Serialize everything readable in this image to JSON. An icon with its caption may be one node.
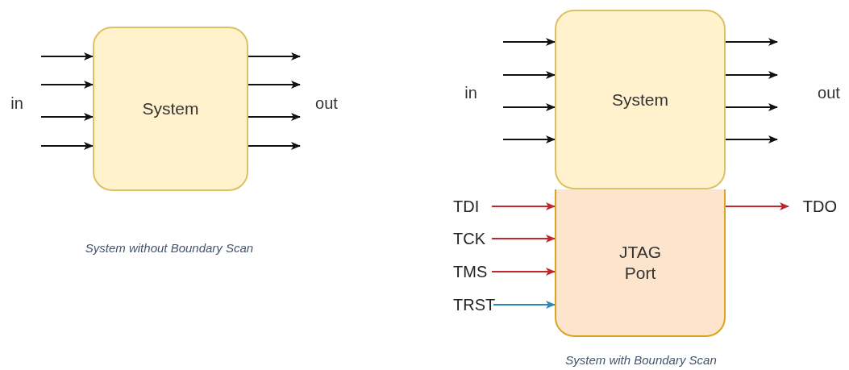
{
  "diagram": {
    "nodes": [
      {
        "text": [
          "System"
        ]
      },
      {
        "text": [
          "System"
        ]
      },
      {
        "text": [
          "JTAG Port"
        ]
      },
      {
        "text": [
          "TDI"
        ]
      },
      {
        "text": [
          "TCK"
        ]
      },
      {
        "text": [
          "TMS"
        ]
      },
      {
        "text": [
          "TRST"
        ]
      },
      {
        "text": [
          "TDO"
        ]
      }
    ],
    "edges": [
      {
        "from": null,
        "to": 0,
        "arrow": "to"
      },
      {
        "from": null,
        "to": 0,
        "arrow": "to"
      },
      {
        "from": null,
        "to": 0,
        "arrow": "to"
      },
      {
        "from": null,
        "to": 0,
        "arrow": "to"
      },
      {
        "from": 0,
        "to": null,
        "arrow": "to"
      },
      {
        "from": 0,
        "to": null,
        "arrow": "to"
      },
      {
        "from": 0,
        "to": null,
        "arrow": "to"
      },
      {
        "from": 0,
        "to": null,
        "arrow": "to"
      },
      {
        "from": null,
        "to": 1,
        "arrow": "to"
      },
      {
        "from": null,
        "to": 1,
        "arrow": "to"
      },
      {
        "from": null,
        "to": 1,
        "arrow": "to"
      },
      {
        "from": null,
        "to": 1,
        "arrow": "to"
      },
      {
        "from": 1,
        "to": null,
        "arrow": "to"
      },
      {
        "from": 1,
        "to": null,
        "arrow": "to"
      },
      {
        "from": 1,
        "to": null,
        "arrow": "to"
      },
      {
        "from": 1,
        "to": null,
        "arrow": "to"
      },
      {
        "from": 3,
        "to": 2,
        "arrow": "to",
        "color": "#c0282d"
      },
      {
        "from": 4,
        "to": 2,
        "arrow": "to",
        "color": "#c0282d"
      },
      {
        "from": 5,
        "to": 2,
        "arrow": "to",
        "color": "#c0282d"
      },
      {
        "from": 6,
        "to": 2,
        "arrow": "to",
        "color": "#2b8ab5"
      },
      {
        "from": 2,
        "to": 7,
        "arrow": "to",
        "color": "#c0282d"
      }
    ],
    "labels": [
      "in",
      "out",
      "System without Boundary Scan",
      "in",
      "out",
      "System with Boundary Scan"
    ]
  }
}
